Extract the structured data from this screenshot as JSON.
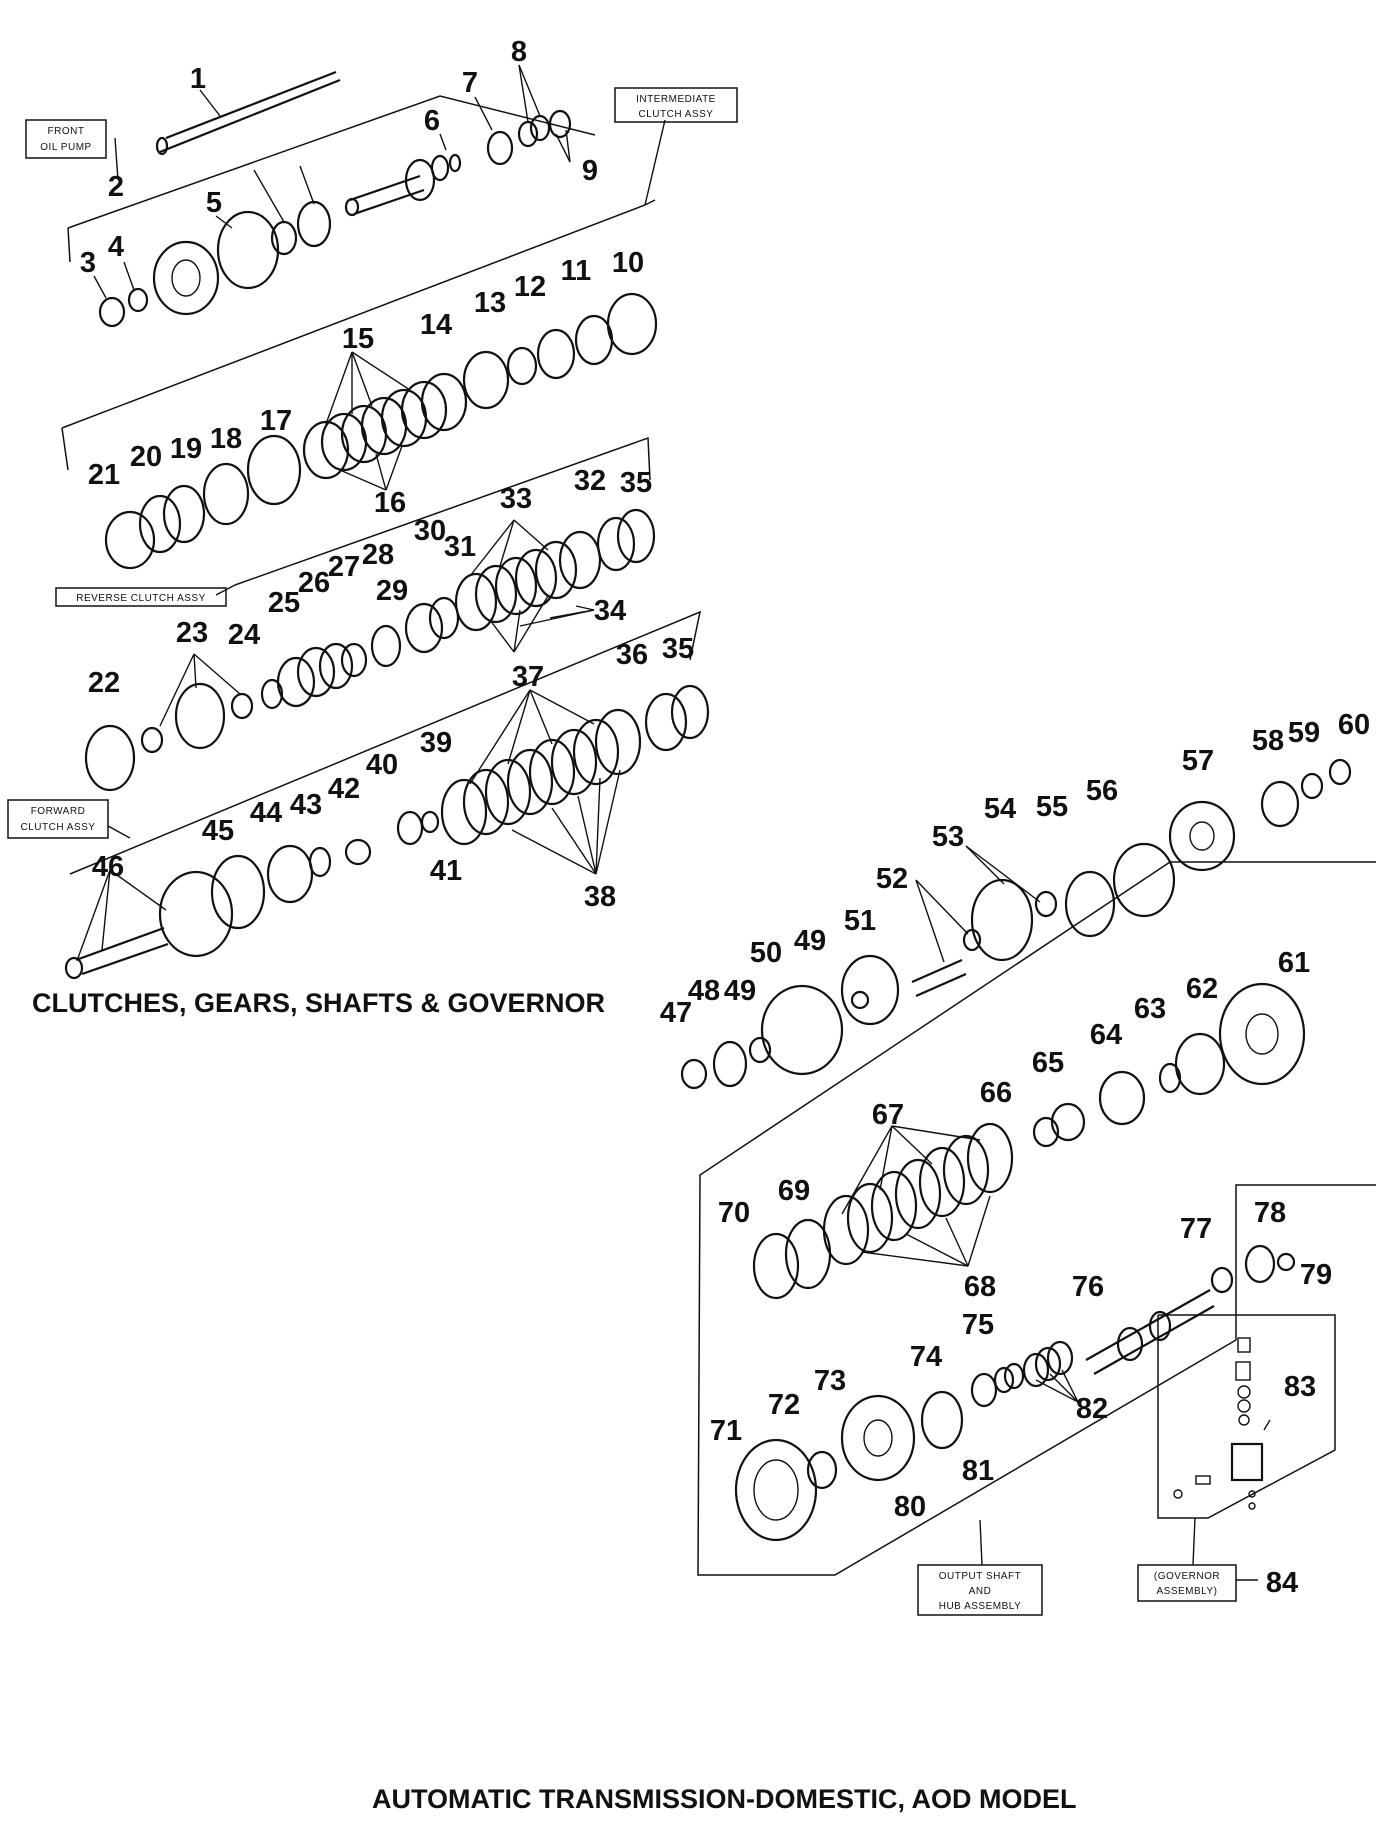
{
  "section_heading": "CLUTCHES, GEARS, SHAFTS & GOVERNOR",
  "page_title": "AUTOMATIC TRANSMISSION-DOMESTIC, AOD MODEL",
  "assembly_boxes": {
    "front_oil_pump": [
      "FRONT",
      "OIL PUMP"
    ],
    "intermediate_clutch": [
      "INTERMEDIATE",
      "CLUTCH ASSY"
    ],
    "reverse_clutch": [
      "REVERSE CLUTCH ASSY"
    ],
    "forward_clutch": [
      "FORWARD",
      "CLUTCH ASSY"
    ],
    "output_shaft_hub": [
      "OUTPUT SHAFT",
      "AND",
      "HUB ASSEMBLY"
    ],
    "governor": [
      "(GOVERNOR",
      "ASSEMBLY)"
    ]
  },
  "callouts": [
    "1",
    "2",
    "3",
    "4",
    "5",
    "6",
    "7",
    "8",
    "9",
    "10",
    "11",
    "12",
    "13",
    "14",
    "15",
    "16",
    "17",
    "18",
    "19",
    "20",
    "21",
    "22",
    "23",
    "24",
    "25",
    "26",
    "27",
    "28",
    "29",
    "30",
    "31",
    "32",
    "33",
    "34",
    "35",
    "35",
    "36",
    "37",
    "38",
    "39",
    "40",
    "41",
    "42",
    "43",
    "44",
    "45",
    "46",
    "47",
    "48",
    "49",
    "49",
    "50",
    "51",
    "52",
    "53",
    "54",
    "55",
    "56",
    "57",
    "58",
    "59",
    "60",
    "61",
    "62",
    "63",
    "64",
    "65",
    "66",
    "67",
    "68",
    "69",
    "70",
    "71",
    "72",
    "73",
    "74",
    "75",
    "76",
    "77",
    "78",
    "79",
    "80",
    "81",
    "82",
    "83",
    "84"
  ]
}
